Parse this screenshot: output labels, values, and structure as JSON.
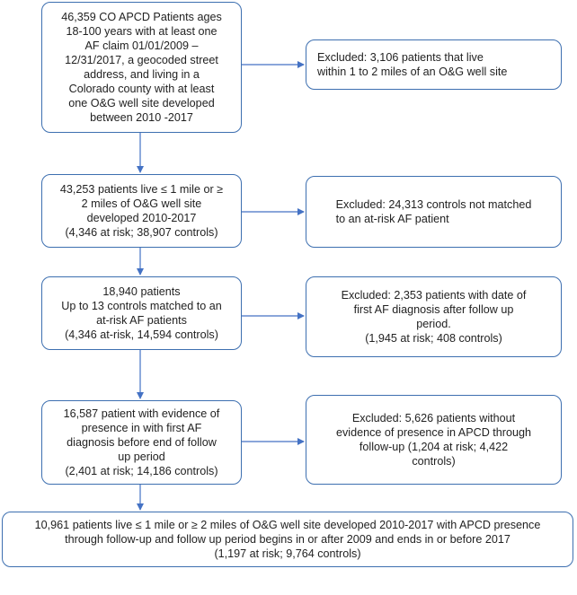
{
  "flowchart": {
    "boxes": {
      "b1": "46,359 CO APCD Patients ages\n18-100 years with at least one\nAF claim 01/01/2009 –\n12/31/2017, a geocoded street\naddress, and living in a\nColorado county with at least\none O&G well site developed\nbetween 2010 -2017",
      "e1": "Excluded: 3,106 patients that live\nwithin 1 to 2 miles of an O&G well site",
      "b2": "43,253 patients live ≤ 1 mile or ≥\n2 miles of O&G well site\ndeveloped 2010-2017\n(4,346 at risk; 38,907 controls)",
      "e2": "Excluded: 24,313 controls not matched\nto an at-risk AF patient",
      "b3": "18,940 patients\nUp to 13 controls matched to an\nat-risk AF patients\n(4,346 at-risk, 14,594 controls)",
      "e3": "Excluded: 2,353 patients with date of\nfirst AF diagnosis after follow up\nperiod.\n(1,945 at risk; 408 controls)",
      "b4": "16,587 patient with evidence of\npresence in with first AF\ndiagnosis before end of follow\nup period\n(2,401 at risk; 14,186 controls)",
      "e4": "Excluded: 5,626 patients without\nevidence of presence in APCD through\nfollow-up (1,204 at risk; 4,422\ncontrols)",
      "b5": "10,961 patients live ≤ 1 mile or ≥ 2 miles of O&G well site developed 2010-2017 with APCD presence\nthrough follow-up and follow up period begins in or after 2009 and ends in or before 2017\n(1,197 at risk; 9,764 controls)"
    },
    "colors": {
      "border": "#3d6fb0",
      "arrow": "#4472c4"
    }
  }
}
